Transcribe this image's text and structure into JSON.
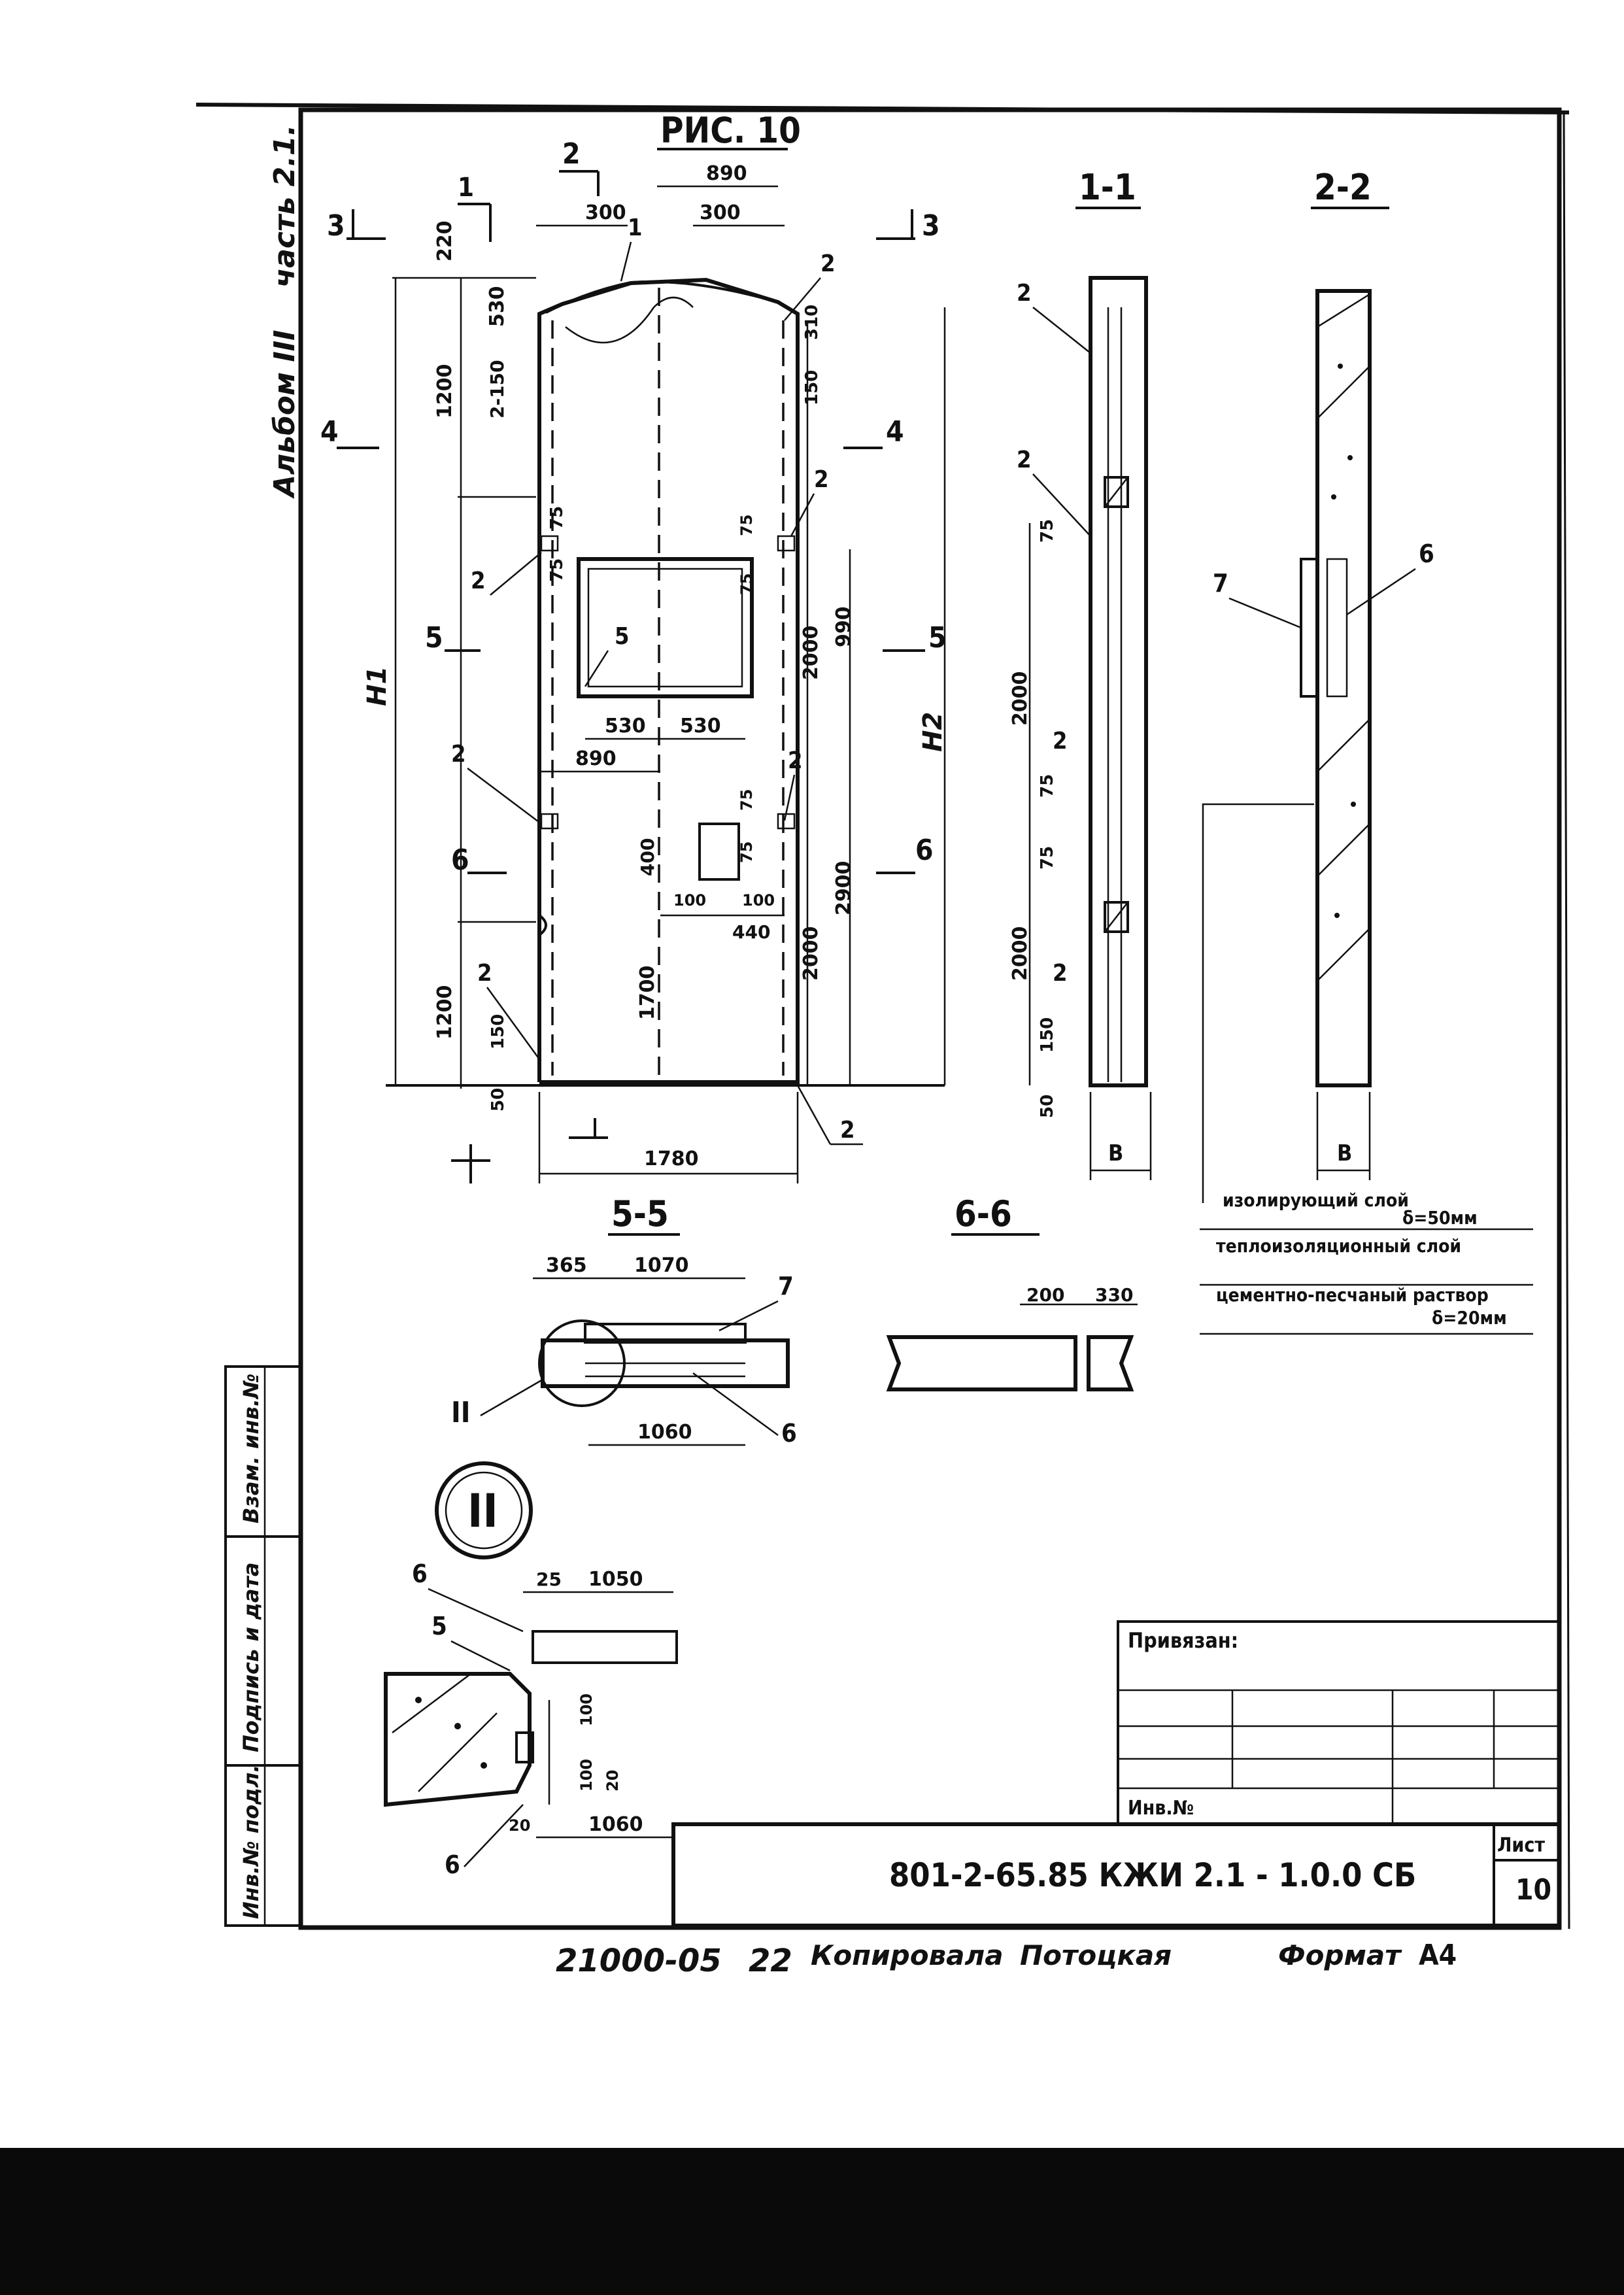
{
  "sheet": {
    "figure_title": "РИС. 10",
    "album_label": "Альбом III",
    "part_label": "часть 2.1.",
    "sections": {
      "s11": "1-1",
      "s22": "2-2",
      "s55": "5-5",
      "s66": "6-6",
      "detail": "II"
    },
    "cut_marks": [
      "1",
      "2",
      "3",
      "3",
      "4",
      "4",
      "5",
      "5",
      "6",
      "6"
    ],
    "callouts": [
      "1",
      "2",
      "2",
      "2",
      "2",
      "2",
      "2",
      "2",
      "2",
      "2",
      "5",
      "6",
      "6",
      "7",
      "7",
      "5",
      "6"
    ],
    "dimensions": {
      "top": [
        "890",
        "300",
        "300"
      ],
      "left": [
        "220",
        "530",
        "1200",
        "2-150",
        "75",
        "75",
        "1200",
        "150",
        "50"
      ],
      "right": [
        "310",
        "150",
        "75",
        "75",
        "2000",
        "990",
        "75",
        "75",
        "2900",
        "2000"
      ],
      "inner": [
        "530",
        "530",
        "890",
        "400",
        "100",
        "100",
        "440",
        "1700"
      ],
      "bottom": [
        "1780"
      ],
      "overall_left": "H1",
      "overall_right": "H2",
      "s11": [
        "75",
        "2000",
        "75",
        "75",
        "2000",
        "150",
        "50"
      ],
      "s11_width": "B",
      "s22_width": "B",
      "s55": [
        "365",
        "1070",
        "1060"
      ],
      "s66": [
        "200",
        "330"
      ],
      "detail": [
        "25",
        "1050",
        "100",
        "100",
        "20",
        "20",
        "1060"
      ]
    },
    "legend": [
      {
        "label": "изолирующий слой",
        "value": "δ=50мм"
      },
      {
        "label": "теплоизоляционный слой",
        "value": ""
      },
      {
        "label": "цементно-песчаный раствор",
        "value": "δ=20мм"
      }
    ],
    "side_stamp": {
      "col1": "Инв.№ подл.",
      "col2": "Подпись и дата",
      "col3": "Взам. инв.№"
    },
    "title_block": {
      "attached_label": "Привязан:",
      "inv_label": "Инв.№",
      "doc_code": "801-2-65.85   КЖИ 2.1 - 1.0.0 СБ",
      "sheet_label": "Лист",
      "sheet_no": "10"
    },
    "footer": {
      "order_no": "21000-05",
      "order_suffix": "22",
      "copied_label": "Копировала",
      "copied_by": "Потоцкая",
      "format_label": "Формат",
      "format_value": "А4"
    }
  }
}
